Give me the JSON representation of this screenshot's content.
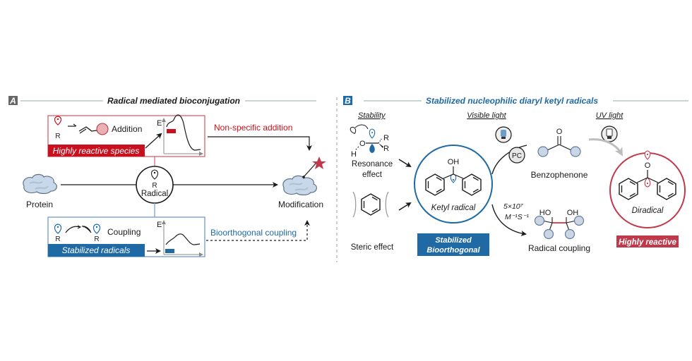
{
  "panel_a": {
    "letter": "A",
    "title": "Radical mediated bioconjugation",
    "top_box": {
      "r_label": "R",
      "reaction_label": "Addition",
      "banner": "Highly reactive species",
      "energy_axis": "E"
    },
    "center": {
      "r_label": "R",
      "label": "Radical"
    },
    "protein_label": "Protein",
    "modification_label": "Modification",
    "non_specific_label": "Non-specific addition",
    "bottom_box": {
      "r_label_1": "R",
      "r_label_2": "R",
      "reaction_label": "Coupling",
      "banner": "Stabilized radicals",
      "energy_axis": "E"
    },
    "bioorthogonal_label": "Bioorthogonal coupling"
  },
  "panel_b": {
    "letter": "B",
    "title": "Stabilized nucleophilic diaryl ketyl radicals",
    "stability_heading": "Stability",
    "visible_light_heading": "Visible light",
    "uv_light_heading": "UV light",
    "resonance": {
      "o_label": "O",
      "h_label": "H",
      "r1": "R",
      "r2": "R",
      "label_line1": "Resonance",
      "label_line2": "effect"
    },
    "steric_label": "Steric effect",
    "ketyl": {
      "oh_label": "OH",
      "label": "Ketyl radical"
    },
    "stabilized_box": {
      "line1": "Stabilized",
      "line2": "Bioorthogonal"
    },
    "pc_label": "PC",
    "benzophenone": {
      "o_label": "O",
      "label": "Benzophenone"
    },
    "rate": {
      "line1": "5×10⁷",
      "line2": "M⁻¹S⁻¹"
    },
    "coupling": {
      "ho_label": "HO",
      "oh_label": "OH",
      "label": "Radical coupling"
    },
    "diradical": {
      "o_label": "O",
      "label": "Diradical",
      "badge": "Highly reactive"
    }
  },
  "colors": {
    "red": "#c8101e",
    "red_light": "#d9606a",
    "blue": "#1f6aa5",
    "blue_light": "#6f9ccb",
    "diradical_red": "#c0394b",
    "gray_line": "#b9c9c6",
    "letter_a_bg": "#666666",
    "star": "#c0394b",
    "cloud": "#c9d8e8"
  }
}
